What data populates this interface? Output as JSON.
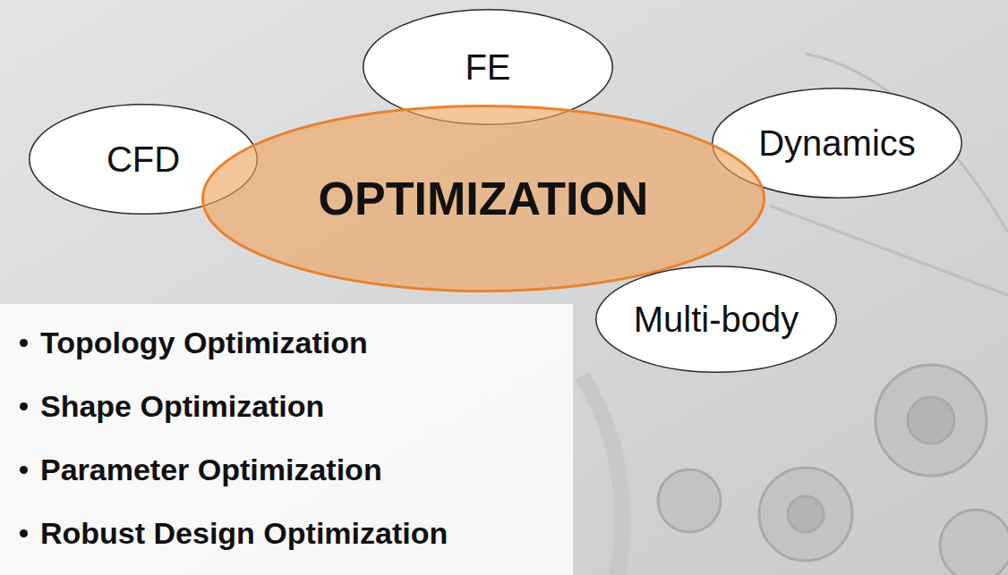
{
  "diagram": {
    "nodes": [
      {
        "text": [
          "FE"
        ]
      },
      {
        "text": [
          "CFD"
        ]
      },
      {
        "text": [
          "Dynamics"
        ]
      },
      {
        "text": [
          "OPTIMIZATION"
        ]
      },
      {
        "text": [
          "Multi-body"
        ]
      }
    ],
    "labels": [
      "Topology Optimization",
      "Shape Optimization",
      "Parameter Optimization",
      "Robust Design Optimization"
    ]
  }
}
